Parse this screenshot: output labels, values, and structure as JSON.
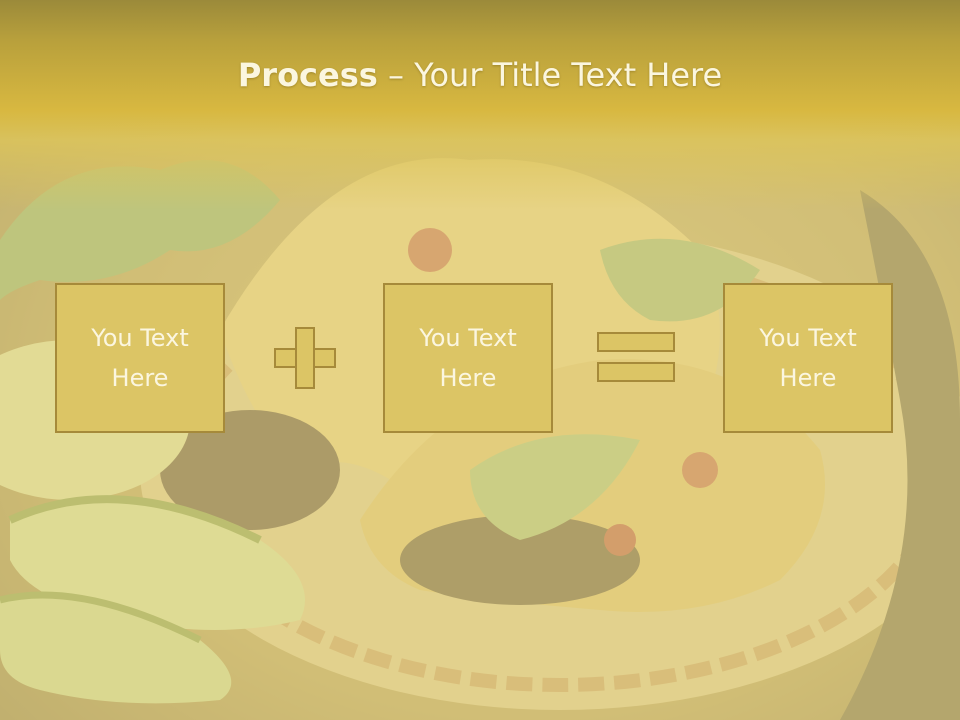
{
  "slide": {
    "title_bold": "Process",
    "title_rest": " – Your Title Text Here",
    "boxes": [
      {
        "line1": "You Text",
        "line2": "Here"
      },
      {
        "line1": "You Text",
        "line2": "Here"
      },
      {
        "line1": "You Text",
        "line2": "Here"
      }
    ],
    "operators": [
      "plus-icon",
      "equals-icon"
    ]
  },
  "colors": {
    "title_band": "#d8b840",
    "box_fill": "#dcc565",
    "box_border": "#a68a3a",
    "text": "#fbf6e0",
    "background_wash": "#eee2a0"
  }
}
